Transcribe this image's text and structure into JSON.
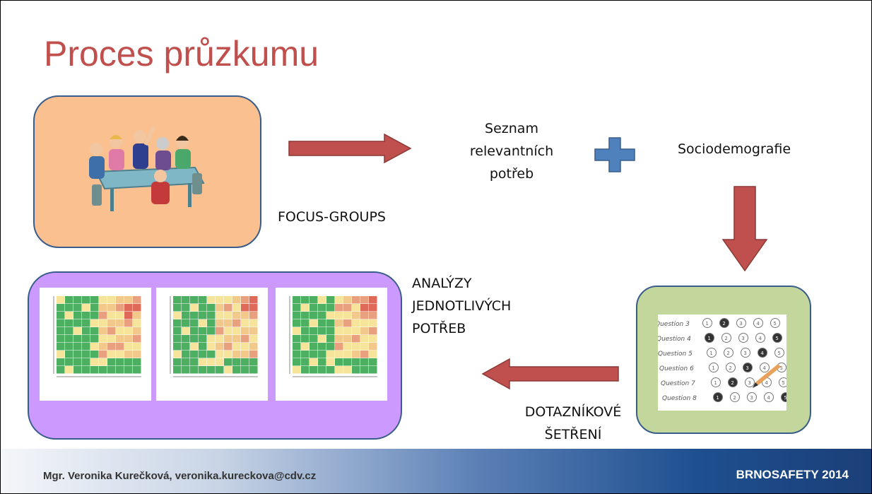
{
  "slide": {
    "title": "Proces průzkumu",
    "focus_label": "FOCUS-GROUPS",
    "needs_label": [
      "Seznam",
      "relevantních",
      "potřeb"
    ],
    "socio_label": "Sociodemografie",
    "analysis_label": [
      "ANALÝZY",
      "JEDNOTLIVÝCH",
      "POTŘEB"
    ],
    "survey_label": [
      "DOTAZNÍKOVÉ",
      "ŠETŘENÍ"
    ]
  },
  "questionnaire": {
    "rows": [
      "Question 3",
      "Question 4",
      "Question 5",
      "Question 6",
      "Question 7",
      "Question 8"
    ],
    "options": [
      "1",
      "2",
      "3",
      "4",
      "5"
    ]
  },
  "footer": {
    "author": "Mgr. Veronika Kurečková, veronika.kureckova@cdv.cz",
    "event": "BRNOSAFETY 2014"
  },
  "colors": {
    "title": "#c0504d",
    "arrow": "#c0504d",
    "plus": "#4f81bd",
    "focus_box": "#fac090",
    "analysis_box": "#cc99ff",
    "survey_box": "#c3d69b",
    "box_border": "#385d8a"
  }
}
